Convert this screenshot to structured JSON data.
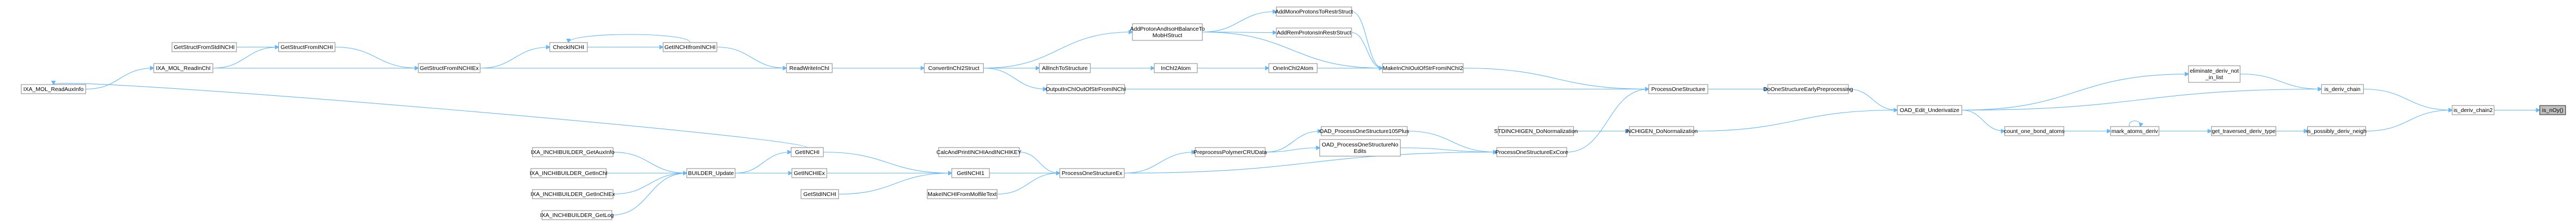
{
  "graph": {
    "direction": "left-to-right call graph (callers → callee)",
    "edge_color": "#63b8ff",
    "node_border_color": "#999999",
    "highlight_fill": "#bfbfbf",
    "highlight_node": "is_nOy",
    "nodes": [
      {
        "id": "is_nOy",
        "lines": [
          "is_nOy()"
        ]
      },
      {
        "id": "is_deriv_chain2",
        "lines": [
          "is_deriv_chain2"
        ]
      },
      {
        "id": "is_deriv_chain",
        "lines": [
          "is_deriv_chain"
        ]
      },
      {
        "id": "is_possibly_deriv_neigh",
        "lines": [
          "is_possibly_deriv_neigh"
        ]
      },
      {
        "id": "eliminate_deriv_not_in_list",
        "lines": [
          "eliminate_deriv_not",
          "_in_list"
        ]
      },
      {
        "id": "get_traversed_deriv_type",
        "lines": [
          "get_traversed_deriv_type"
        ]
      },
      {
        "id": "mark_atoms_deriv",
        "lines": [
          "mark_atoms_deriv"
        ]
      },
      {
        "id": "count_one_bond_atoms",
        "lines": [
          "count_one_bond_atoms"
        ]
      },
      {
        "id": "OAD_Edit_Underivatize",
        "lines": [
          "OAD_Edit_Underivatize"
        ]
      },
      {
        "id": "DoOneStructureEarlyPreprocessing",
        "lines": [
          "DoOneStructureEarlyPreprocessing"
        ]
      },
      {
        "id": "INCHIGEN_DoNormalization",
        "lines": [
          "INCHIGEN_DoNormalization"
        ]
      },
      {
        "id": "ProcessOneStructure",
        "lines": [
          "ProcessOneStructure"
        ]
      },
      {
        "id": "STDINCHIGEN_DoNormalization",
        "lines": [
          "STDINCHIGEN_DoNormalization"
        ]
      },
      {
        "id": "ProcessOneStructureExCore",
        "lines": [
          "ProcessOneStructureExCore"
        ]
      },
      {
        "id": "MakeInChIOutOfStrFromINChI2",
        "lines": [
          "MakeInChIOutOfStrFromINChI2"
        ]
      },
      {
        "id": "AddMonoProtonsToRestrStruct",
        "lines": [
          "AddMonoProtonsToRestrStruct"
        ]
      },
      {
        "id": "AddRemProtonsInRestrStruct",
        "lines": [
          "AddRemProtonsInRestrStruct"
        ]
      },
      {
        "id": "AddProtonAndIsoHBalanceToMobHStruct",
        "lines": [
          "AddProtonAndIsoHBalanceTo",
          "MobHStruct"
        ]
      },
      {
        "id": "OneInChI2Atom",
        "lines": [
          "OneInChI2Atom"
        ]
      },
      {
        "id": "InChI2Atom",
        "lines": [
          "InChI2Atom"
        ]
      },
      {
        "id": "AllInchToStructure",
        "lines": [
          "AllInchToStructure"
        ]
      },
      {
        "id": "ConvertInChI2Struct",
        "lines": [
          "ConvertInChI2Struct"
        ]
      },
      {
        "id": "OutputInChIOutOfStrFromINChI",
        "lines": [
          "OutputInChIOutOfStrFromINChI"
        ]
      },
      {
        "id": "ReadWriteInChI",
        "lines": [
          "ReadWriteInChI"
        ]
      },
      {
        "id": "GetINCHIfromINCHI",
        "lines": [
          "GetINCHIfromINCHI"
        ]
      },
      {
        "id": "CheckINCHI",
        "lines": [
          "CheckINCHI"
        ]
      },
      {
        "id": "GetStructFromINCHIEx",
        "lines": [
          "GetStructFromINCHIEx"
        ]
      },
      {
        "id": "GetStructFromINCHI",
        "lines": [
          "GetStructFromINCHI"
        ]
      },
      {
        "id": "GetStructFromStdINCHI",
        "lines": [
          "GetStructFromStdINCHI"
        ]
      },
      {
        "id": "IXA_MOL_ReadInChI",
        "lines": [
          "IXA_MOL_ReadInChI"
        ]
      },
      {
        "id": "IXA_MOL_ReadAuxInfo",
        "lines": [
          "IXA_MOL_ReadAuxInfo"
        ]
      },
      {
        "id": "OAD_ProcessOneStructure105Plus",
        "lines": [
          "OAD_ProcessOneStructure105Plus"
        ]
      },
      {
        "id": "OAD_ProcessOneStructureNoEdits",
        "lines": [
          "OAD_ProcessOneStructureNo",
          "Edits"
        ]
      },
      {
        "id": "PreprocessPolymerCRUData",
        "lines": [
          "PreprocessPolymerCRUData"
        ]
      },
      {
        "id": "ProcessOneStructureEx",
        "lines": [
          "ProcessOneStructureEx"
        ]
      },
      {
        "id": "CalcAndPrintINCHIAndINCHIKEY",
        "lines": [
          "CalcAndPrintINCHIAndINCHIKEY"
        ]
      },
      {
        "id": "GetINCHI1",
        "lines": [
          "GetINCHI1"
        ]
      },
      {
        "id": "MakeINCHIFromMolfileText",
        "lines": [
          "MakeINCHIFromMolfileText"
        ]
      },
      {
        "id": "GetINCHI",
        "lines": [
          "GetINCHI"
        ]
      },
      {
        "id": "GetINCHIEx",
        "lines": [
          "GetINCHIEx"
        ]
      },
      {
        "id": "GetStdINCHI",
        "lines": [
          "GetStdINCHI"
        ]
      },
      {
        "id": "BUILDER_Update",
        "lines": [
          "BUILDER_Update"
        ]
      },
      {
        "id": "IXA_INCHIBUILDER_GetAuxInfo",
        "lines": [
          "IXA_INCHIBUILDER_GetAuxInfo"
        ]
      },
      {
        "id": "IXA_INCHIBUILDER_GetInChI",
        "lines": [
          "IXA_INCHIBUILDER_GetInChI"
        ]
      },
      {
        "id": "IXA_INCHIBUILDER_GetInChIEx",
        "lines": [
          "IXA_INCHIBUILDER_GetInChIEx"
        ]
      },
      {
        "id": "IXA_INCHIBUILDER_GetLog",
        "lines": [
          "IXA_INCHIBUILDER_GetLog"
        ]
      }
    ],
    "edges": [
      [
        "is_deriv_chain2",
        "is_nOy"
      ],
      [
        "is_deriv_chain",
        "is_deriv_chain2"
      ],
      [
        "is_possibly_deriv_neigh",
        "is_deriv_chain2"
      ],
      [
        "eliminate_deriv_not_in_list",
        "is_deriv_chain"
      ],
      [
        "OAD_Edit_Underivatize",
        "is_deriv_chain"
      ],
      [
        "get_traversed_deriv_type",
        "is_possibly_deriv_neigh"
      ],
      [
        "mark_atoms_deriv",
        "get_traversed_deriv_type"
      ],
      [
        "mark_atoms_deriv",
        "mark_atoms_deriv"
      ],
      [
        "count_one_bond_atoms",
        "mark_atoms_deriv"
      ],
      [
        "OAD_Edit_Underivatize",
        "eliminate_deriv_not_in_list"
      ],
      [
        "OAD_Edit_Underivatize",
        "count_one_bond_atoms"
      ],
      [
        "DoOneStructureEarlyPreprocessing",
        "OAD_Edit_Underivatize"
      ],
      [
        "INCHIGEN_DoNormalization",
        "OAD_Edit_Underivatize"
      ],
      [
        "ProcessOneStructure",
        "DoOneStructureEarlyPreprocessing"
      ],
      [
        "STDINCHIGEN_DoNormalization",
        "INCHIGEN_DoNormalization"
      ],
      [
        "ProcessOneStructureExCore",
        "ProcessOneStructure"
      ],
      [
        "MakeInChIOutOfStrFromINChI2",
        "ProcessOneStructure"
      ],
      [
        "OutputInChIOutOfStrFromINChI",
        "ProcessOneStructure"
      ],
      [
        "AddMonoProtonsToRestrStruct",
        "MakeInChIOutOfStrFromINChI2"
      ],
      [
        "AddRemProtonsInRestrStruct",
        "MakeInChIOutOfStrFromINChI2"
      ],
      [
        "AddProtonAndIsoHBalanceToMobHStruct",
        "MakeInChIOutOfStrFromINChI2"
      ],
      [
        "OneInChI2Atom",
        "MakeInChIOutOfStrFromINChI2"
      ],
      [
        "AddProtonAndIsoHBalanceToMobHStruct",
        "AddMonoProtonsToRestrStruct"
      ],
      [
        "AddProtonAndIsoHBalanceToMobHStruct",
        "AddRemProtonsInRestrStruct"
      ],
      [
        "InChI2Atom",
        "OneInChI2Atom"
      ],
      [
        "AllInchToStructure",
        "InChI2Atom"
      ],
      [
        "ConvertInChI2Struct",
        "AllInchToStructure"
      ],
      [
        "ConvertInChI2Struct",
        "AddProtonAndIsoHBalanceToMobHStruct"
      ],
      [
        "ConvertInChI2Struct",
        "MakeInChIOutOfStrFromINChI2"
      ],
      [
        "ConvertInChI2Struct",
        "OutputInChIOutOfStrFromINChI"
      ],
      [
        "ReadWriteInChI",
        "ConvertInChI2Struct"
      ],
      [
        "GetINCHIfromINCHI",
        "ReadWriteInChI"
      ],
      [
        "GetStructFromINCHIEx",
        "ReadWriteInChI"
      ],
      [
        "CheckINCHI",
        "GetINCHIfromINCHI"
      ],
      [
        "GetINCHIfromINCHI",
        "CheckINCHI"
      ],
      [
        "GetStructFromINCHIEx",
        "CheckINCHI"
      ],
      [
        "GetStructFromINCHI",
        "GetStructFromINCHIEx"
      ],
      [
        "GetStructFromStdINCHI",
        "GetStructFromINCHI"
      ],
      [
        "IXA_MOL_ReadInChI",
        "GetStructFromINCHI"
      ],
      [
        "IXA_MOL_ReadInChI",
        "GetStructFromINCHIEx"
      ],
      [
        "IXA_MOL_ReadAuxInfo",
        "IXA_MOL_ReadInChI"
      ],
      [
        "OAD_ProcessOneStructure105Plus",
        "ProcessOneStructureExCore"
      ],
      [
        "OAD_ProcessOneStructureNoEdits",
        "ProcessOneStructureExCore"
      ],
      [
        "PreprocessPolymerCRUData",
        "OAD_ProcessOneStructure105Plus"
      ],
      [
        "PreprocessPolymerCRUData",
        "OAD_ProcessOneStructureNoEdits"
      ],
      [
        "ProcessOneStructureEx",
        "PreprocessPolymerCRUData"
      ],
      [
        "ProcessOneStructureEx",
        "ProcessOneStructureExCore"
      ],
      [
        "CalcAndPrintINCHIAndINCHIKEY",
        "ProcessOneStructureEx"
      ],
      [
        "GetINCHI1",
        "ProcessOneStructureEx"
      ],
      [
        "MakeINCHIFromMolfileText",
        "ProcessOneStructureEx"
      ],
      [
        "GetINCHI",
        "GetINCHI1"
      ],
      [
        "GetINCHIEx",
        "GetINCHI1"
      ],
      [
        "GetStdINCHI",
        "GetINCHI1"
      ],
      [
        "BUILDER_Update",
        "GetINCHI"
      ],
      [
        "BUILDER_Update",
        "GetINCHIEx"
      ],
      [
        "IXA_INCHIBUILDER_GetAuxInfo",
        "BUILDER_Update"
      ],
      [
        "IXA_INCHIBUILDER_GetInChI",
        "BUILDER_Update"
      ],
      [
        "IXA_INCHIBUILDER_GetInChIEx",
        "BUILDER_Update"
      ],
      [
        "IXA_INCHIBUILDER_GetLog",
        "BUILDER_Update"
      ],
      [
        "GetINCHI",
        "IXA_MOL_ReadAuxInfo"
      ]
    ]
  }
}
